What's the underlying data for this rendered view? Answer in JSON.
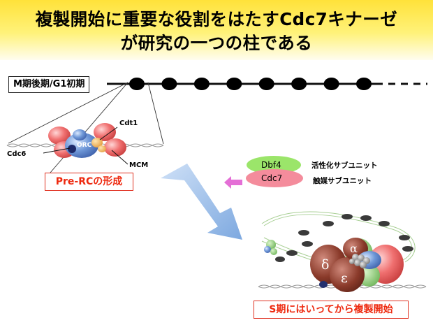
{
  "title": {
    "line1": "複製開始に重要な役割をはたすCdc7キナーゼ",
    "line2": "が研究の一つの柱である"
  },
  "timeline": {
    "phase_label": "M期後期/G1初期",
    "origin_count": 8
  },
  "prerc": {
    "labels": {
      "cdt1": "Cdt1",
      "orc": "ORC",
      "cdc6": "Cdc6",
      "mcm": "MCM"
    },
    "caption": "Pre-RCの形成"
  },
  "kinase": {
    "dbf4": "Dbf4",
    "cdc7": "Cdc7",
    "regulatory_label": "活性化サブユニット",
    "catalytic_label": "触媒サブユニット"
  },
  "replisome": {
    "greek": {
      "alpha": "α",
      "delta": "δ",
      "epsilon": "ε"
    },
    "caption": "S期にはいってから複製開始"
  },
  "colors": {
    "title_band": "#ffe23a",
    "caption_red": "#ee2a10",
    "dbf4_green": "#9be56a",
    "cdc7_pink": "#f48c9c",
    "arrow_blue": "#8cb4e8",
    "magenta_arrow": "#e46fd6"
  }
}
